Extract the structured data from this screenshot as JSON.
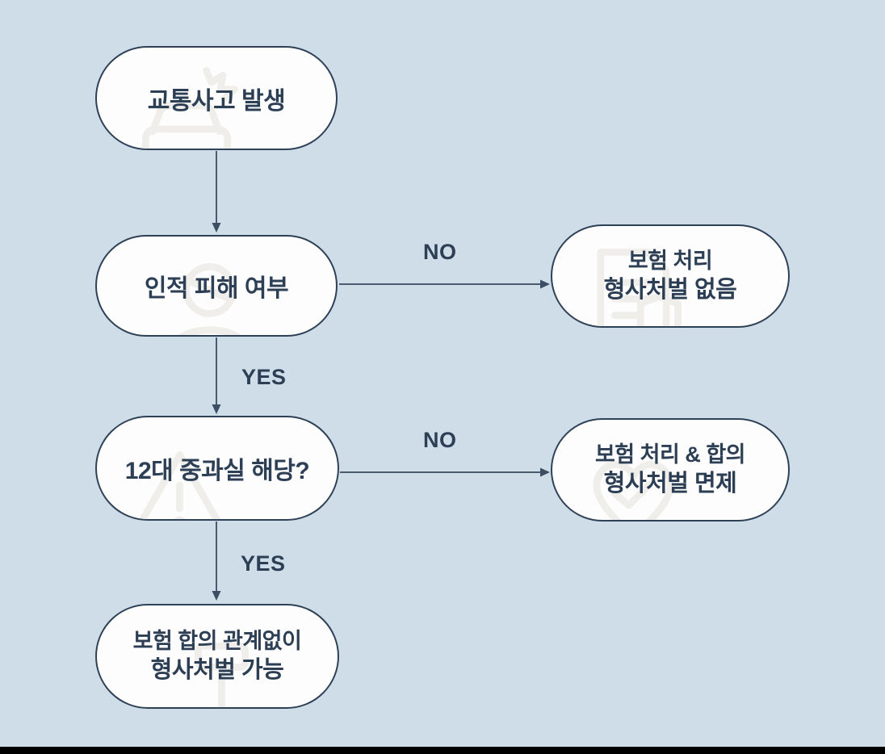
{
  "diagram": {
    "type": "flowchart",
    "language": "ko",
    "topic": "traffic-accident criminal liability decision flow"
  },
  "nodes": {
    "accident": {
      "label": "교통사고 발생",
      "icon": "car-collision-icon"
    },
    "injury": {
      "label": "인적 피해 여부",
      "icon": "injured-person-icon"
    },
    "outcome_no_injury": {
      "line1": "보험 처리",
      "line2": "형사처벌 없음",
      "icon": "document-shield-icon"
    },
    "negligence": {
      "label": "12대 중과실 해당?",
      "icon": "warning-triangle-icon"
    },
    "outcome_no_negligence": {
      "line1": "보험 처리 & 합의",
      "line2": "형사처벌 면제",
      "icon": "handshake-heart-icon"
    },
    "outcome_criminal": {
      "line1": "보험 합의 관계없이",
      "line2": "형사처벌 가능",
      "icon": "gavel-icon"
    }
  },
  "edges": {
    "no_1": "NO",
    "yes_1": "YES",
    "no_2": "NO",
    "yes_2": "YES"
  },
  "colors": {
    "background": "#cfdde9",
    "node_fill": "#fdfdfd",
    "node_border": "#2e4156",
    "text": "#2d3f55",
    "arrow": "#4a5b6e",
    "watermark": "#f0eeeb",
    "bottom_bar": "#000000"
  }
}
